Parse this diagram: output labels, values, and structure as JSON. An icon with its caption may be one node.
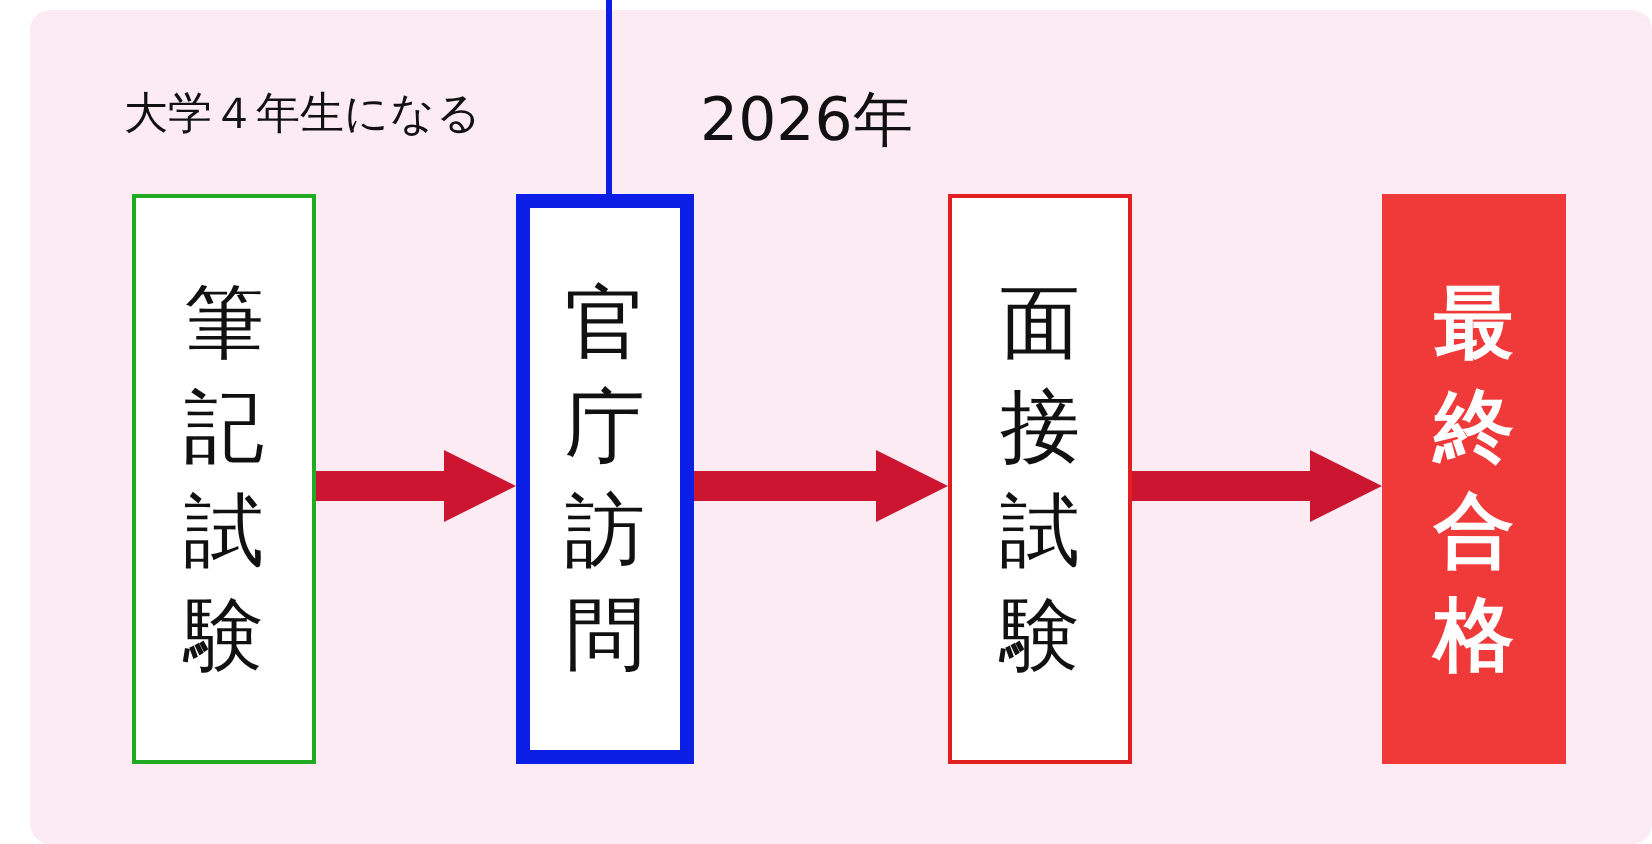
{
  "diagram": {
    "nodes": [
      {
        "text": [
          "筆記試験"
        ]
      },
      {
        "text": [
          "官庁訪問"
        ]
      },
      {
        "text": [
          "面接試験"
        ]
      },
      {
        "text": [
          "最終合格"
        ]
      }
    ],
    "edges": [
      {
        "from": null,
        "to": 1,
        "arrow": "none",
        "color": "#0a1ee6"
      },
      {
        "from": 0,
        "to": 1,
        "arrow": "to"
      },
      {
        "from": 1,
        "to": 2,
        "arrow": "to"
      },
      {
        "from": 2,
        "to": 3,
        "arrow": "to"
      }
    ],
    "labels": [
      "大学４年生になる",
      "2026年"
    ]
  }
}
